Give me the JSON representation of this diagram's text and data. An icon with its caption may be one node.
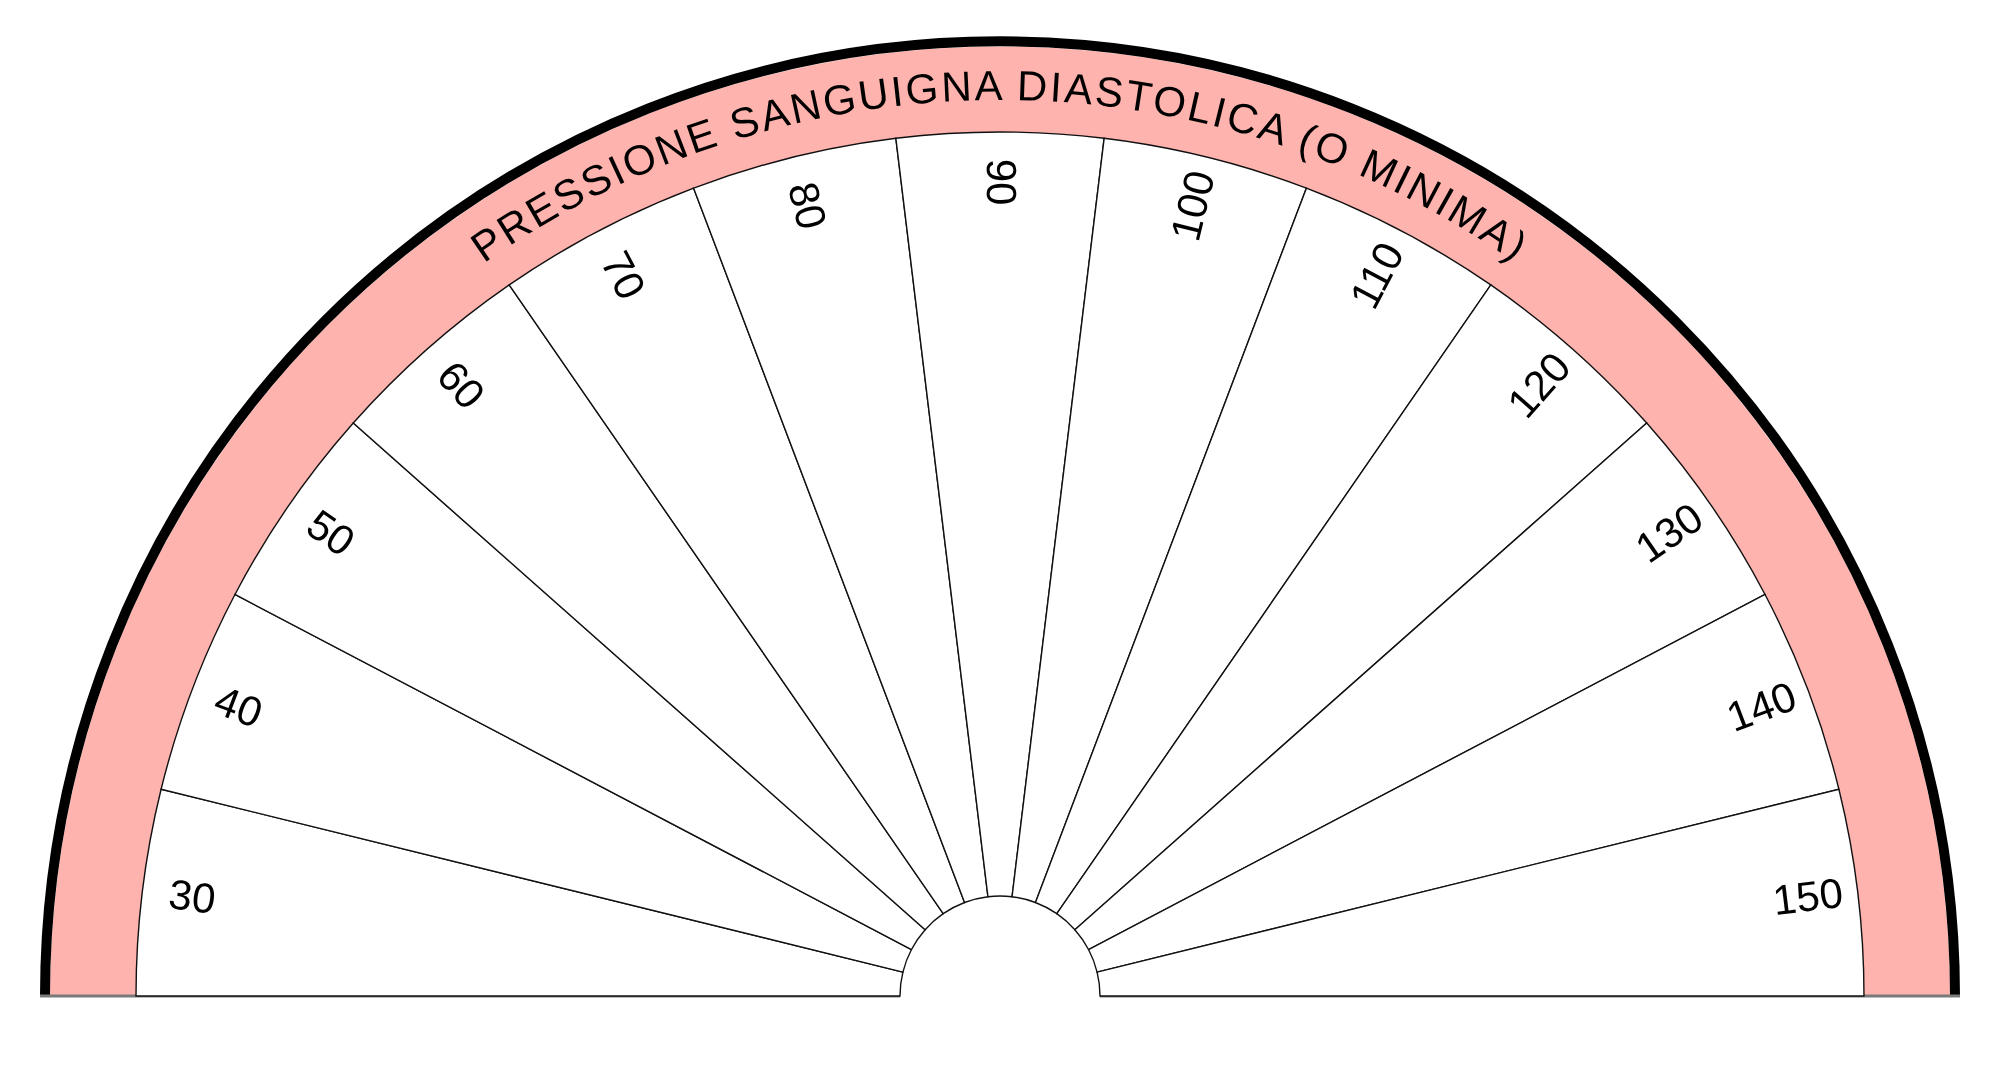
{
  "diagram": {
    "title": "PRESSIONE SANGUIGNA DIASTOLICA (O MINIMA)",
    "nodes": [
      {
        "text": [
          "30"
        ]
      },
      {
        "text": [
          "40"
        ]
      },
      {
        "text": [
          "50"
        ]
      },
      {
        "text": [
          "60"
        ]
      },
      {
        "text": [
          "70"
        ]
      },
      {
        "text": [
          "80"
        ]
      },
      {
        "text": [
          "90"
        ]
      },
      {
        "text": [
          "100"
        ]
      },
      {
        "text": [
          "110"
        ]
      },
      {
        "text": [
          "120"
        ]
      },
      {
        "text": [
          "130"
        ]
      },
      {
        "text": [
          "140"
        ]
      },
      {
        "text": [
          "150"
        ]
      }
    ]
  }
}
